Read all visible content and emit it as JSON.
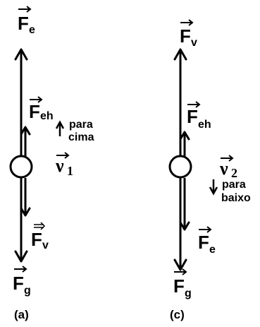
{
  "panel_a": {
    "caption": "(a)",
    "fe": {
      "base": "F",
      "sub": "e"
    },
    "feh": {
      "base": "F",
      "sub": "eh"
    },
    "fv": {
      "base": "F",
      "sub": "v"
    },
    "fg": {
      "base": "F",
      "sub": "g"
    },
    "direction": {
      "line1": "para",
      "line2": "cima"
    },
    "velocity": {
      "base": "ν",
      "sub": "1"
    }
  },
  "panel_c": {
    "caption": "(c)",
    "fv": {
      "base": "F",
      "sub": "v"
    },
    "feh": {
      "base": "F",
      "sub": "eh"
    },
    "fe": {
      "base": "F",
      "sub": "e"
    },
    "fg": {
      "base": "F",
      "sub": "g"
    },
    "direction": {
      "line1": "para",
      "line2": "baixo"
    },
    "velocity": {
      "base": "ν",
      "sub": "2"
    }
  }
}
